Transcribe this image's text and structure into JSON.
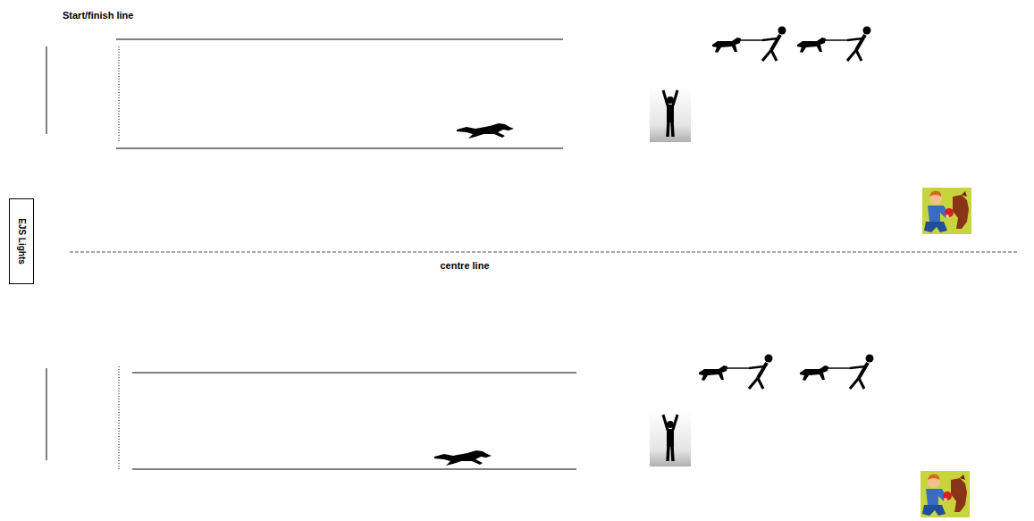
{
  "diagram": {
    "nodes": [
      {
        "text": [
          "EJS Lights"
        ]
      }
    ],
    "labels": [
      "Start/finish line",
      "centre line"
    ]
  }
}
